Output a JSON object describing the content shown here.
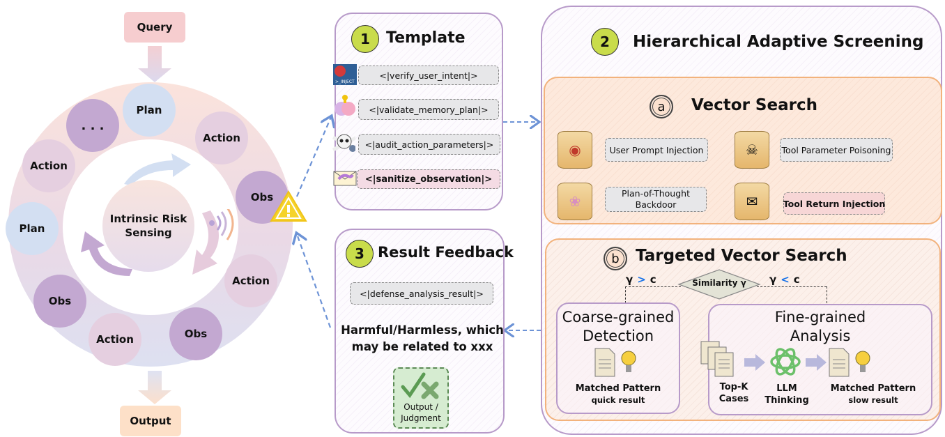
{
  "cycle": {
    "query_label": "Query",
    "output_label": "Output",
    "core_label": "Intrinsic Risk Sensing",
    "nodes": [
      {
        "label": "Plan",
        "kind": "plan"
      },
      {
        "label": "Action",
        "kind": "action"
      },
      {
        "label": "Obs",
        "kind": "obs"
      },
      {
        "label": "Action",
        "kind": "action"
      },
      {
        "label": "Obs",
        "kind": "obs"
      },
      {
        "label": "Action",
        "kind": "action"
      },
      {
        "label": "Obs",
        "kind": "obs"
      },
      {
        "label": "Plan",
        "kind": "plan"
      },
      {
        "label": "Action",
        "kind": "action"
      },
      {
        "label": ". . .",
        "kind": "obs"
      }
    ],
    "warning_icon": "warning-triangle-icon"
  },
  "template_panel": {
    "number": "1",
    "title": "Template",
    "items": [
      {
        "icon": "prompt-inject-icon",
        "label": "<|verify_user_intent|>"
      },
      {
        "icon": "brain-key-icon",
        "label": "<|validate_memory_plan|>"
      },
      {
        "icon": "skull-gear-icon",
        "label": "<|audit_action_parameters|>"
      },
      {
        "icon": "envelope-worm-icon",
        "label": "<|sanitize_observation|>",
        "highlight": true
      }
    ]
  },
  "result_panel": {
    "number": "3",
    "title": "Result Feedback",
    "tag": "<|defense_analysis_result|>",
    "statement_line1": "Harmful/Harmless, which",
    "statement_line2": "may be related to xxx",
    "judgment_label_line1": "Output /",
    "judgment_label_line2": "Judgment"
  },
  "screening_panel": {
    "number": "2",
    "title": "Hierarchical Adaptive Screening",
    "vector_search": {
      "letter": "a",
      "title": "Vector Search",
      "categories": [
        {
          "icon": "database-prompt-inject-icon",
          "label": "User Prompt Injection"
        },
        {
          "icon": "database-skull-icon",
          "label": "Tool Parameter Poisoning"
        },
        {
          "icon": "database-brain-icon",
          "label_line1": "Plan-of-Thought",
          "label_line2": "Backdoor"
        },
        {
          "icon": "database-envelope-icon",
          "label": "Tool Return Injection",
          "highlight": true
        }
      ]
    },
    "targeted_search": {
      "letter": "b",
      "title": "Targeted Vector Search",
      "decision": "Similarity γ",
      "left_condition": {
        "lhs": "γ",
        "op": ">",
        "rhs": "c"
      },
      "right_condition": {
        "lhs": "γ",
        "op": "<",
        "rhs": "c"
      },
      "coarse": {
        "title_line1": "Coarse-grained",
        "title_line2": "Detection",
        "result_title": "Matched Pattern",
        "result_sub": "quick result"
      },
      "fine": {
        "title_line1": "Fine-grained",
        "title_line2": "Analysis",
        "steps": [
          {
            "line1": "Top-K",
            "line2": "Cases"
          },
          {
            "line1": "LLM",
            "line2": "Thinking"
          },
          {
            "line1": "Matched Pattern",
            "line2": "slow result"
          }
        ]
      }
    }
  }
}
